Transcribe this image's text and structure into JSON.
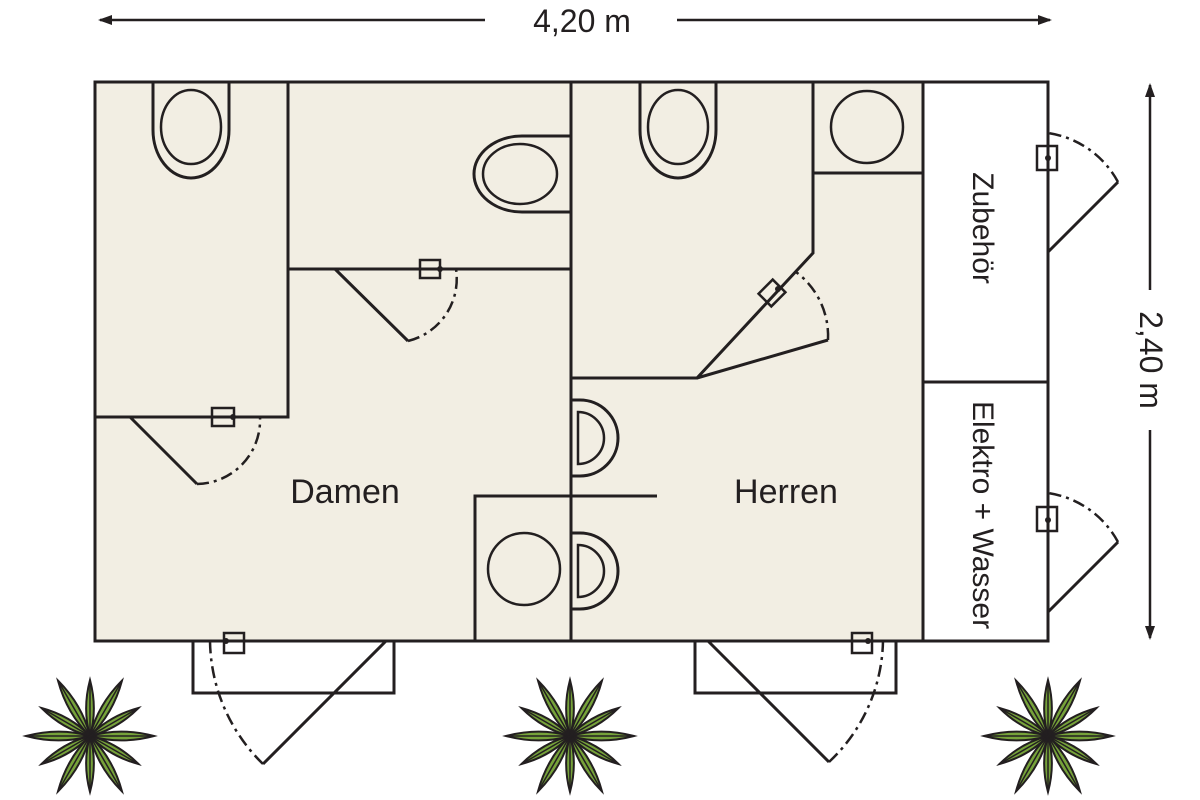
{
  "dimensions": {
    "width_label": "4,20 m",
    "height_label": "2,40 m"
  },
  "rooms": {
    "damen": "Damen",
    "herren": "Herren",
    "zubehoer": "Zubehör",
    "elektro_wasser": "Elektro + Wasser"
  },
  "colors": {
    "cabin_fill": "#e8f1f4",
    "floor_fill": "#f2eee3",
    "line": "#231f20",
    "plant_green": "#76a23a"
  }
}
